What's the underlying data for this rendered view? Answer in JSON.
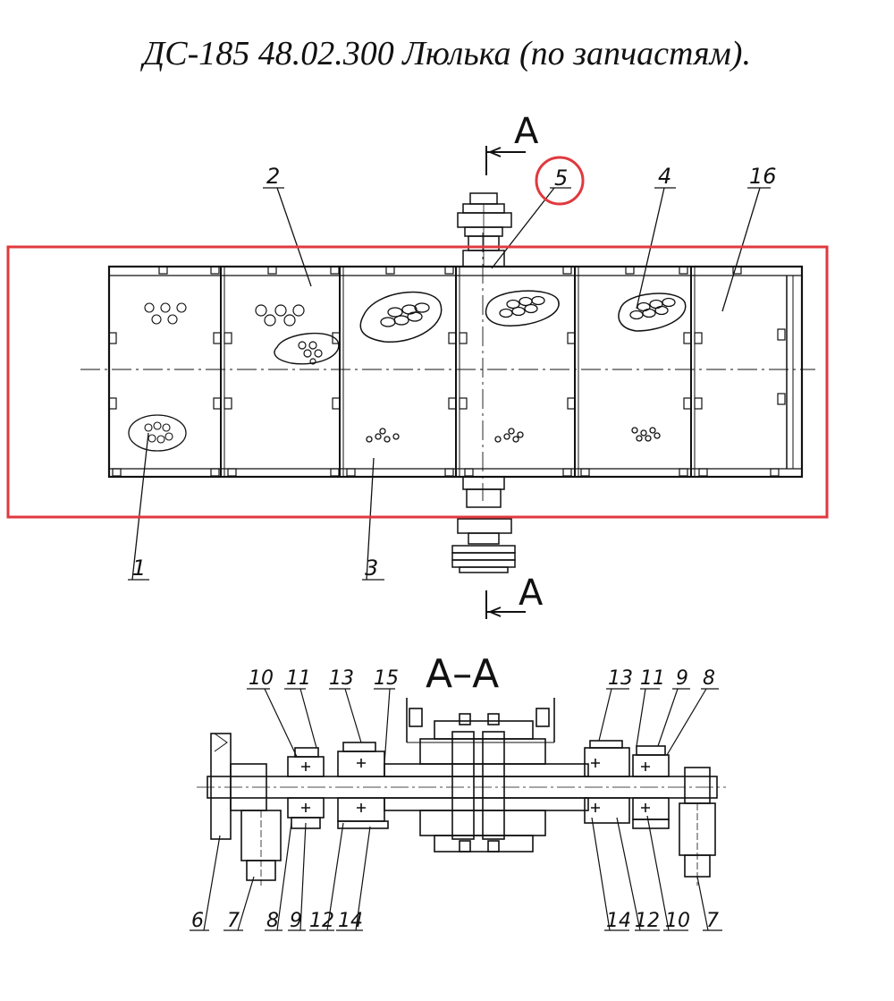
{
  "title": "ДС-185 48.02.300 Люлька (по запчастям).",
  "section_marker": "А",
  "section_title": "А–А",
  "highlight_color": "#e0393e",
  "plan_view_callouts": {
    "c1": "1",
    "c2": "2",
    "c3": "3",
    "c4": "4",
    "c5": "5",
    "c16": "16"
  },
  "section_view_callouts": {
    "left_top": [
      "10",
      "11",
      "13",
      "15"
    ],
    "right_top": [
      "13",
      "11",
      "9",
      "8"
    ],
    "left_bottom": [
      "6",
      "7",
      "8",
      "9",
      "12",
      "14"
    ],
    "right_bottom": [
      "14",
      "12",
      "10",
      "7"
    ]
  }
}
